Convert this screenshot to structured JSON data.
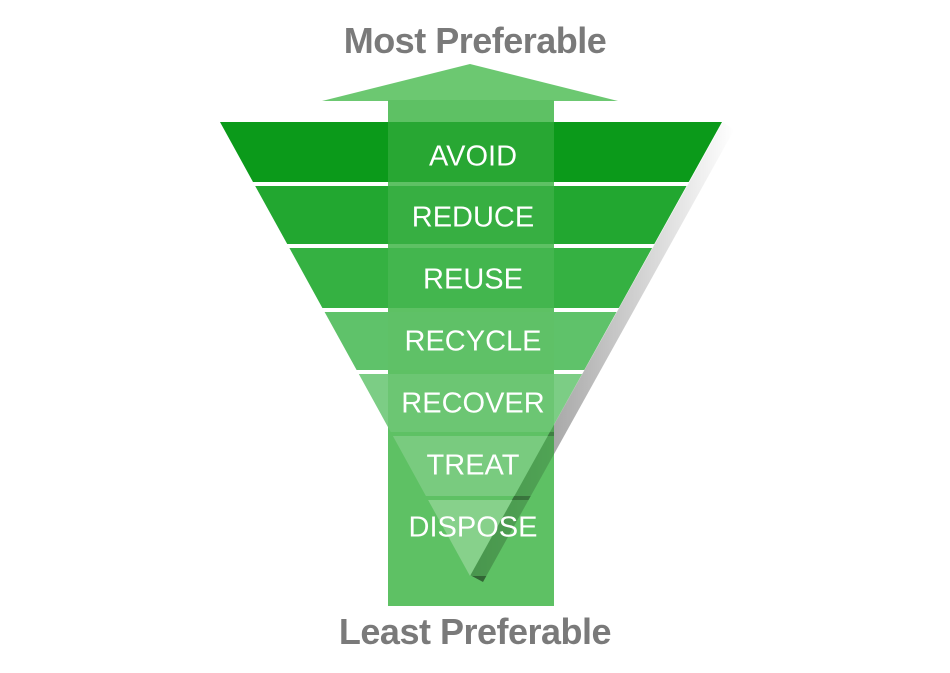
{
  "top_label": "Most Preferable",
  "bottom_label": "Least Preferable",
  "tiers": [
    {
      "label": "AVOID",
      "color": "#0b9a1a"
    },
    {
      "label": "REDUCE",
      "color": "#22a730"
    },
    {
      "label": "REUSE",
      "color": "#35b142"
    },
    {
      "label": "RECYCLE",
      "color": "#5fc26a"
    },
    {
      "label": "RECOVER",
      "color": "#7ccd85"
    },
    {
      "label": "TREAT",
      "color": "#9ad8a0"
    },
    {
      "label": "DISPOSE",
      "color": "#b8e4bb"
    }
  ],
  "colors": {
    "arrow": "#5ec164",
    "arrow_head": "#6cc871",
    "text_gray": "#7a7a7a",
    "shadow": "#2e3a2e"
  }
}
